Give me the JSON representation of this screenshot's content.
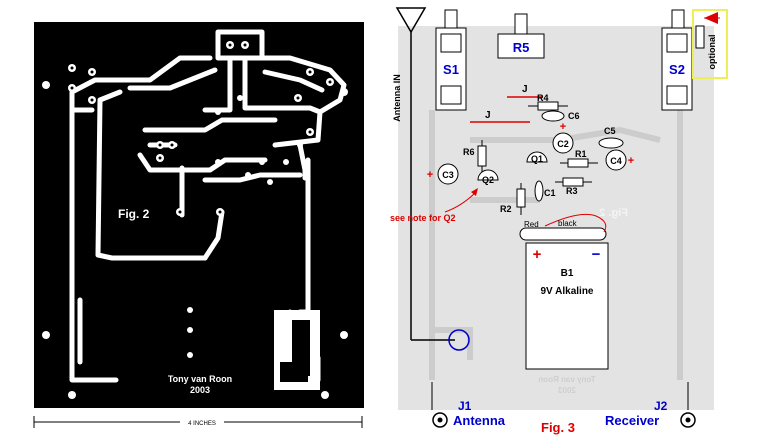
{
  "fig2": {
    "caption": "Fig. 2",
    "author": "Tony van Roon",
    "year": "2003",
    "width_label": "4 INCHES"
  },
  "fig3": {
    "antenna_in": "Antenna IN",
    "optional": "optional",
    "switches": {
      "s1": "S1",
      "s2": "S2"
    },
    "pot": "R5",
    "resistors": {
      "r1": "R1",
      "r2": "R2",
      "r3": "R3",
      "r4": "R4",
      "r6": "R6"
    },
    "capacitors": {
      "c1": "C1",
      "c2": "C2",
      "c3": "C3",
      "c4": "C4",
      "c5": "C5",
      "c6": "C6"
    },
    "transistors": {
      "q1": "Q1",
      "q2": "Q2"
    },
    "jumper": "J",
    "note": "see note for Q2",
    "wire_red": "Red",
    "wire_black": "black",
    "battery_name": "B1",
    "battery_type": "9V Alkaline",
    "plus": "+",
    "minus": "−",
    "mirror_fig": "Fig. 2",
    "mirror_author": "Tony van Roon",
    "mirror_year": "2003",
    "j1_label": "J1",
    "j1_name": "Antenna",
    "j2_label": "J2",
    "j2_name": "Receiver",
    "caption": "Fig. 3"
  },
  "colors": {
    "copper_bg": "#000000",
    "board_gray": "#e3e3e3",
    "label_blue": "#0000cc",
    "accent_red": "#dd0000",
    "optional_outline": "#eeee55"
  }
}
